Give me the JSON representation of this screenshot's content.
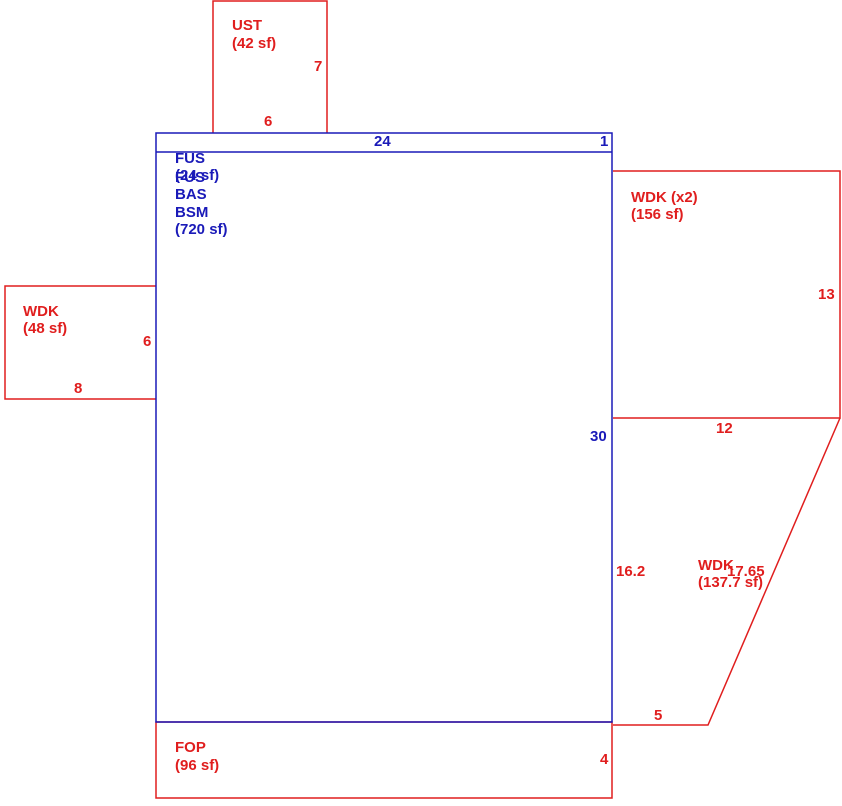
{
  "colors": {
    "main_area": "#1a1ab8",
    "addition_area": "#e01e1e",
    "background": "#ffffff"
  },
  "areas": {
    "ust": {
      "code": "UST",
      "area": "(42 sf)",
      "width_dim": "6",
      "depth_dim": "7"
    },
    "fus": {
      "code": "FUS",
      "area": "(24 sf)",
      "overlap_code": "FUS"
    },
    "bas": {
      "code": "BAS",
      "code2": "BSM",
      "area": "(720 sf)",
      "width_dim": "24",
      "depth_dim": "30",
      "strip_dim": "1"
    },
    "wdk_left": {
      "code": "WDK",
      "area": "(48 sf)",
      "width_dim": "8",
      "depth_dim": "6"
    },
    "wdk_right_top": {
      "code": "WDK (x2)",
      "area": "(156 sf)",
      "width_dim": "12",
      "depth_dim": "13"
    },
    "wdk_right_bottom": {
      "code": "WDK",
      "area": "(137.7 sf)",
      "left_dim": "16.2",
      "bottom_dim": "5",
      "diag_dim": "17.65"
    },
    "fop": {
      "code": "FOP",
      "area": "(96 sf)",
      "depth_dim": "4"
    }
  }
}
